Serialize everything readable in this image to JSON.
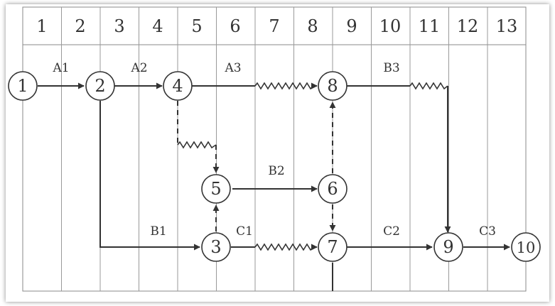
{
  "timeline": [
    "1",
    "2",
    "3",
    "4",
    "5",
    "6",
    "7",
    "8",
    "9",
    "10",
    "11",
    "12",
    "13"
  ],
  "nodes": [
    "1",
    "2",
    "3",
    "4",
    "5",
    "6",
    "7",
    "8",
    "9",
    "10"
  ],
  "activities": {
    "A1": "A1",
    "A2": "A2",
    "A3": "A3",
    "B1": "B1",
    "B2": "B2",
    "B3": "B3",
    "C1": "C1",
    "C2": "C2",
    "C3": "C3"
  }
}
